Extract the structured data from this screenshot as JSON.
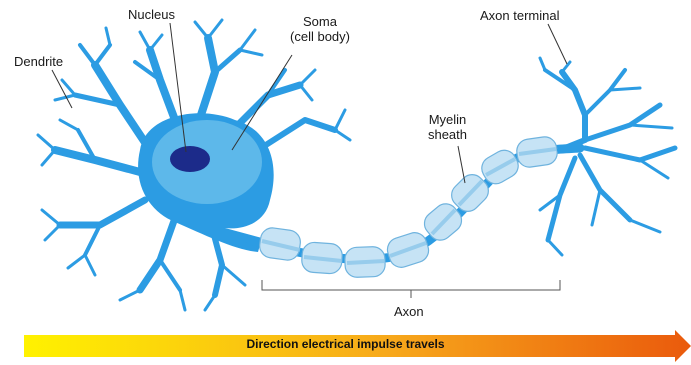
{
  "labels": {
    "nucleus": "Nucleus",
    "soma_line1": "Soma",
    "soma_line2": "(cell body)",
    "dendrite": "Dendrite",
    "axon_terminal": "Axon terminal",
    "myelin_line1": "Myelin",
    "myelin_line2": "sheath",
    "axon": "Axon"
  },
  "arrow": {
    "text": "Direction electrical impulse travels",
    "gradient_start": "#fff200",
    "gradient_end": "#ea5a0c"
  },
  "colors": {
    "neuron_fill": "#2c9ce3",
    "neuron_outline": "#1f86cf",
    "soma_light": "#5db8ea",
    "nucleus": "#1c2b8a",
    "myelin_fill": "#c6e3f5",
    "myelin_stroke": "#6fb3de"
  }
}
